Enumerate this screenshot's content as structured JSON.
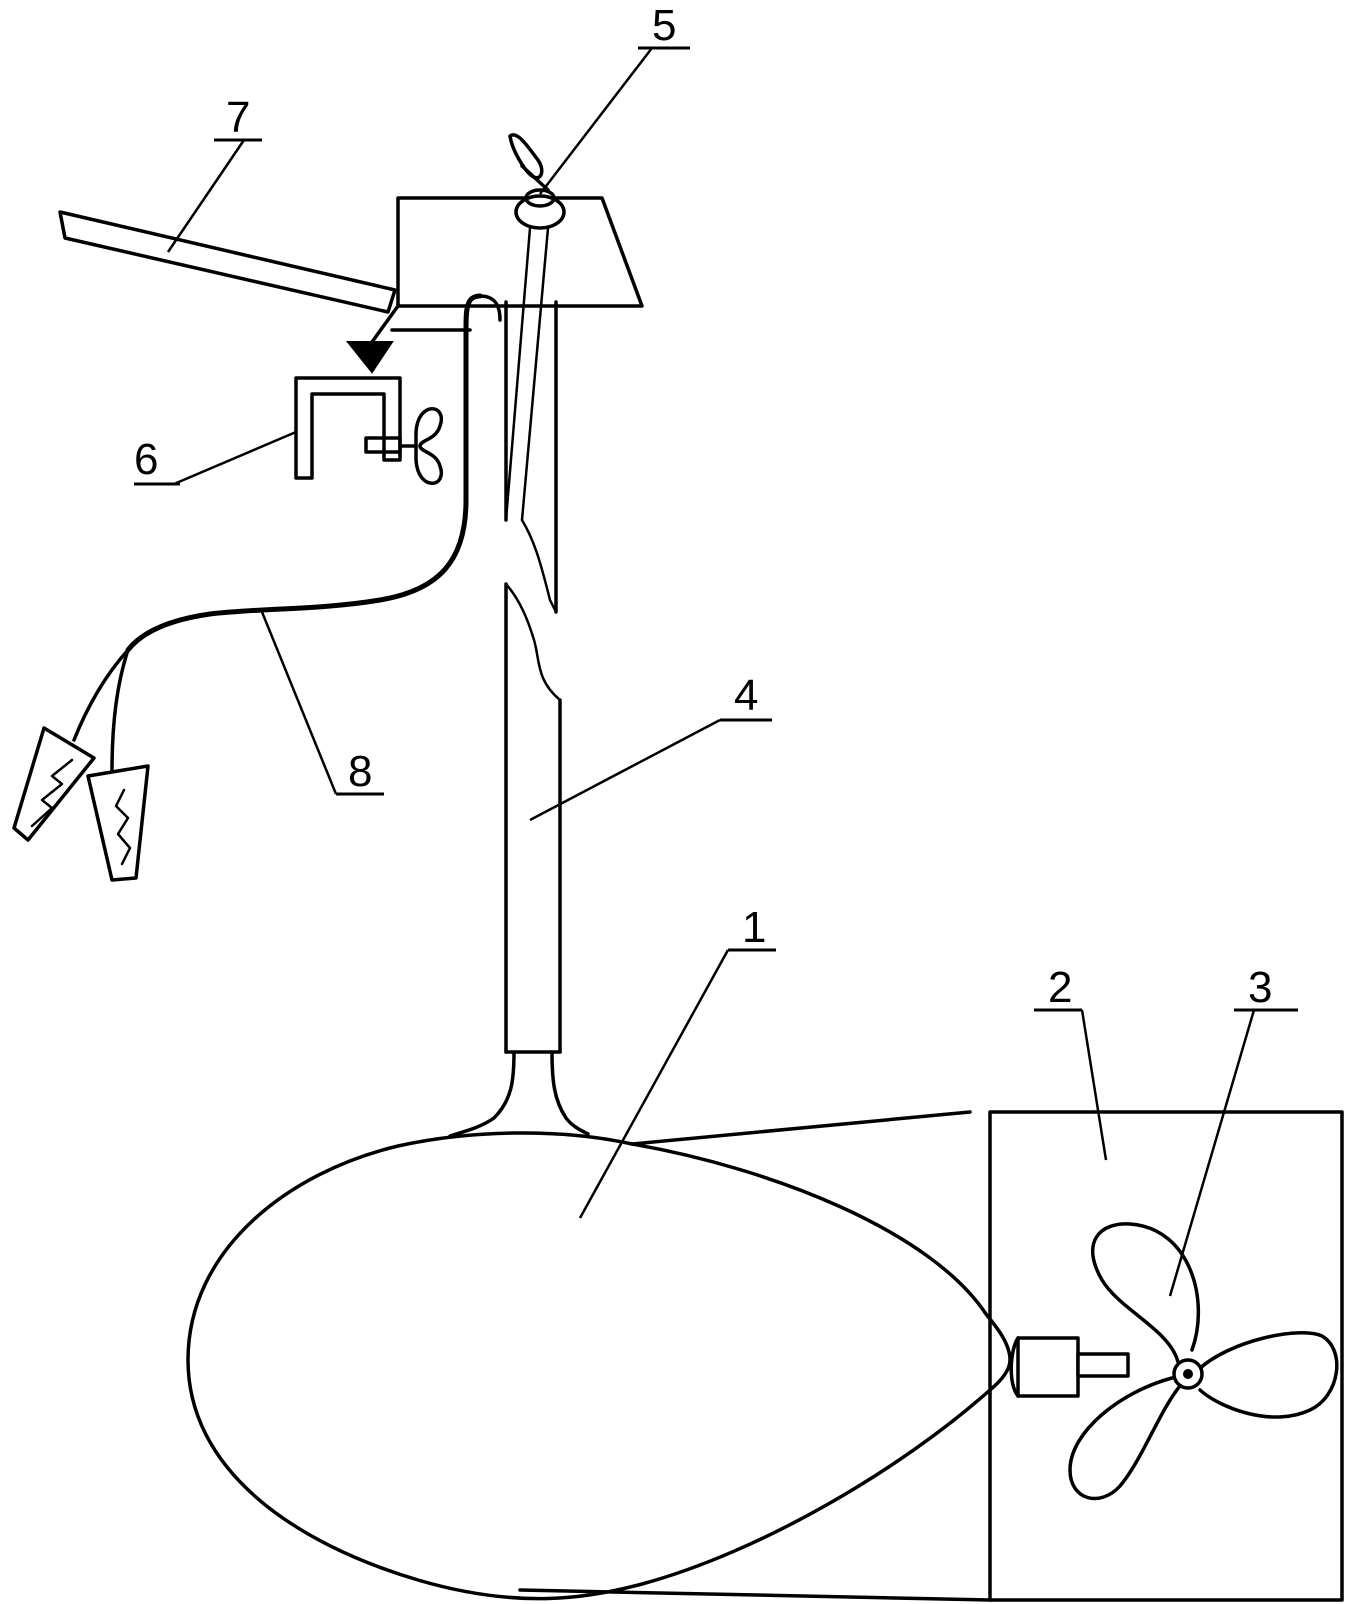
{
  "callouts": [
    {
      "id": "1",
      "text": "1"
    },
    {
      "id": "2",
      "text": "2"
    },
    {
      "id": "3",
      "text": "3"
    },
    {
      "id": "4",
      "text": "4"
    },
    {
      "id": "5",
      "text": "5"
    },
    {
      "id": "6",
      "text": "6"
    },
    {
      "id": "7",
      "text": "7"
    },
    {
      "id": "8",
      "text": "8"
    }
  ]
}
